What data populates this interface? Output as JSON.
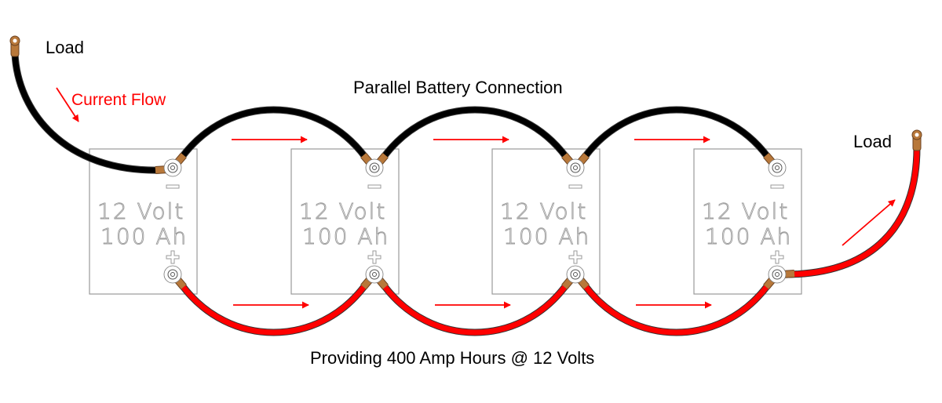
{
  "title": "Parallel Battery Connection",
  "subtitle": "Providing 400 Amp Hours @ 12 Volts",
  "load_left_label": "Load",
  "load_right_label": "Load",
  "current_flow_label": "Current Flow",
  "batteries": [
    {
      "voltage": "12 Volt",
      "capacity": "100 Ah",
      "neg_symbol": "−",
      "pos_symbol": "+"
    },
    {
      "voltage": "12 Volt",
      "capacity": "100 Ah",
      "neg_symbol": "−",
      "pos_symbol": "+"
    },
    {
      "voltage": "12 Volt",
      "capacity": "100 Ah",
      "neg_symbol": "−",
      "pos_symbol": "+"
    },
    {
      "voltage": "12 Volt",
      "capacity": "100 Ah",
      "neg_symbol": "−",
      "pos_symbol": "+"
    }
  ],
  "colors": {
    "negative_cable": "#000000",
    "positive_cable": "#ff0000",
    "arrow": "#ff0000",
    "lug": "#b8783a",
    "battery_outline": "#9a9a9a"
  }
}
